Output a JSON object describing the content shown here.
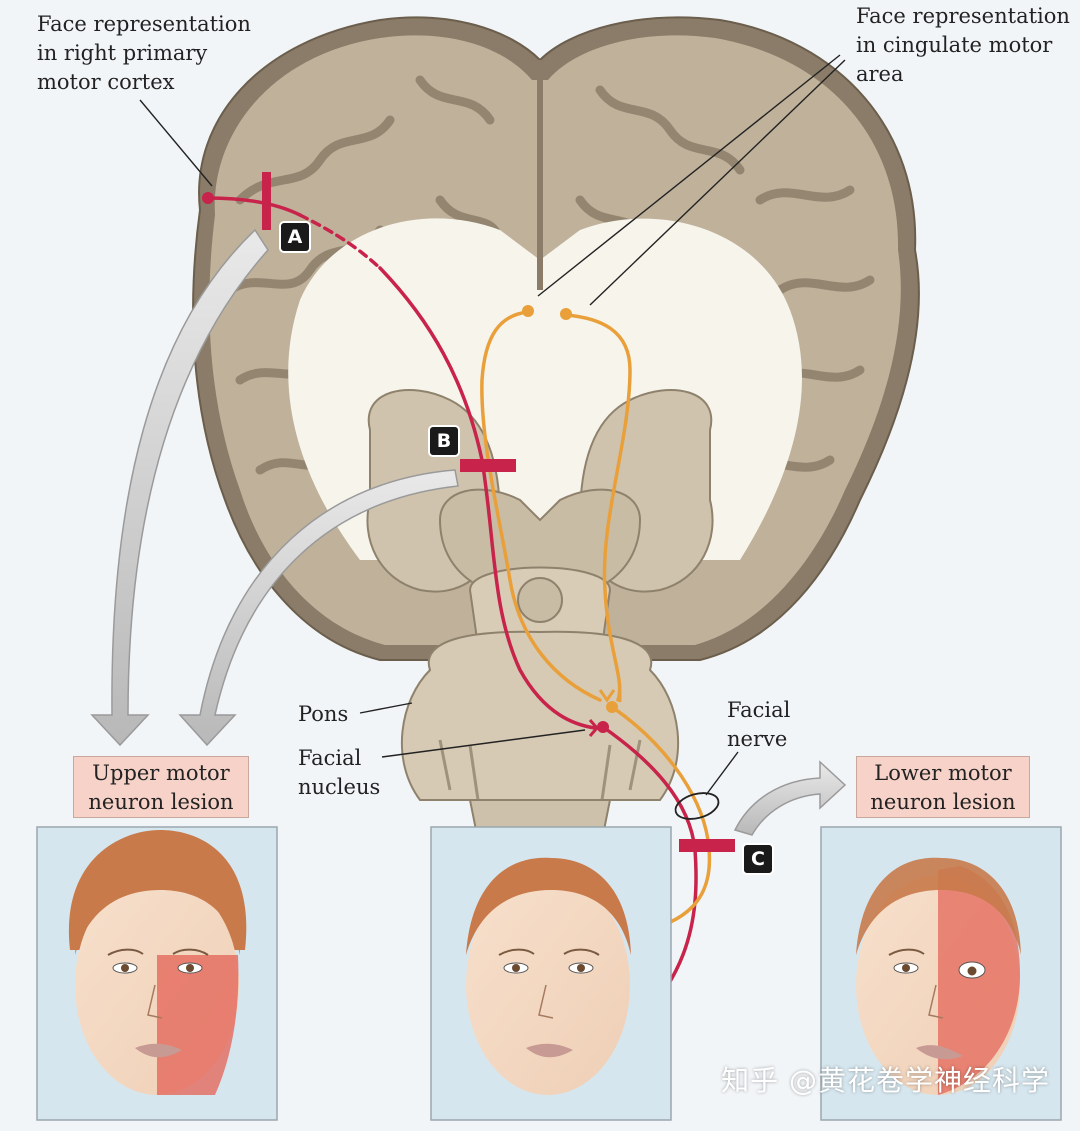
{
  "labels": {
    "face_right_primary": "Face representation\nin right primary\nmotor cortex",
    "face_cingulate": "Face representation\nin cingulate motor\narea",
    "pons": "Pons",
    "facial_nucleus": "Facial\nnucleus",
    "facial_nerve": "Facial\nnerve"
  },
  "lesion_boxes": {
    "upper": "Upper motor\nneuron lesion",
    "lower": "Lower motor\nneuron lesion"
  },
  "badges": {
    "a": "A",
    "b": "B",
    "c": "C"
  },
  "watermark": "知乎 @黄花卷学神经科学",
  "colors": {
    "corticobulbar_pathway": "#c8234a",
    "cingulate_pathway": "#e9a03a",
    "lesion_bar": "#c8234a",
    "paralysis_shading": "#e4675a",
    "lesion_box_fill": "#f6d2c8",
    "face_panel_bg": "#d6e6ee"
  },
  "icons": [
    "brain-section",
    "face-illustration",
    "curved-arrow"
  ]
}
